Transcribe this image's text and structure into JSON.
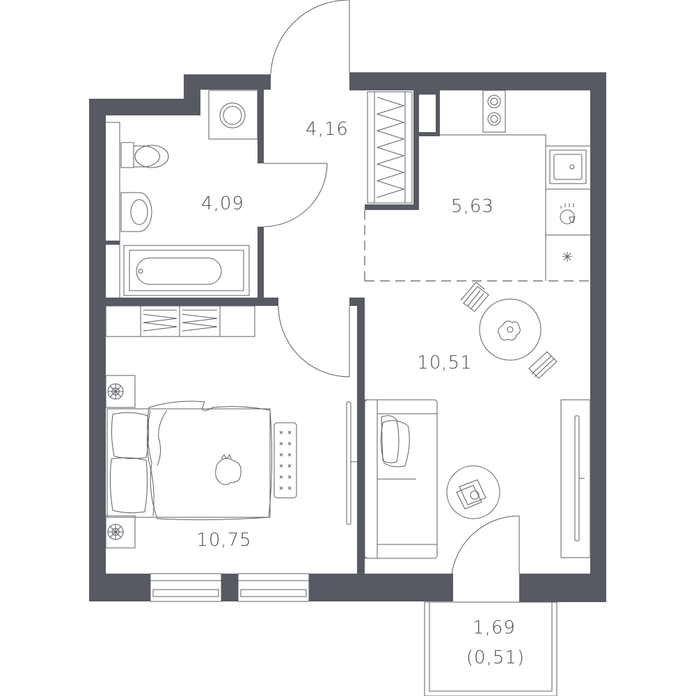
{
  "rooms": {
    "hall": {
      "area": "4,16"
    },
    "bathroom": {
      "area": "4,09"
    },
    "kitchen": {
      "area": "5,63"
    },
    "living": {
      "area": "10,51"
    },
    "bedroom": {
      "area": "10,75"
    },
    "balcony": {
      "area": "1,69",
      "reduced_area": "(0,51)"
    }
  },
  "colors": {
    "wall": "#575a62",
    "line": "#5a5d66",
    "text": "#4a4d55",
    "background": "#ffffff"
  }
}
